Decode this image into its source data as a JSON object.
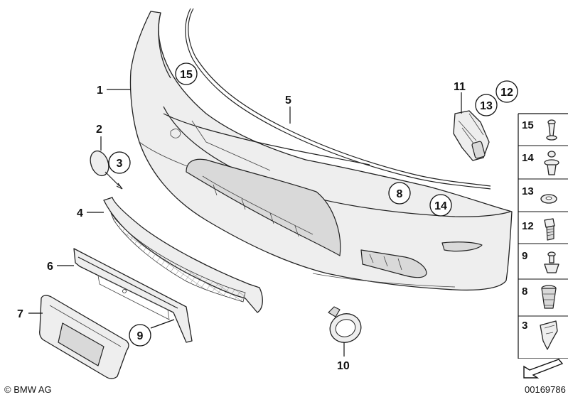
{
  "callouts": {
    "c1": "1",
    "c2": "2",
    "c3": "3",
    "c4": "4",
    "c5": "5",
    "c6": "6",
    "c7": "7",
    "c8": "8",
    "c9": "9",
    "c10": "10",
    "c11": "11",
    "c12": "12",
    "c13": "13",
    "c14": "14",
    "c15": "15"
  },
  "legend": {
    "items": [
      "15",
      "14",
      "13",
      "12",
      "9",
      "8",
      "3"
    ]
  },
  "footer": {
    "copyright": "© BMW AG",
    "diagram_number": "00169786"
  }
}
